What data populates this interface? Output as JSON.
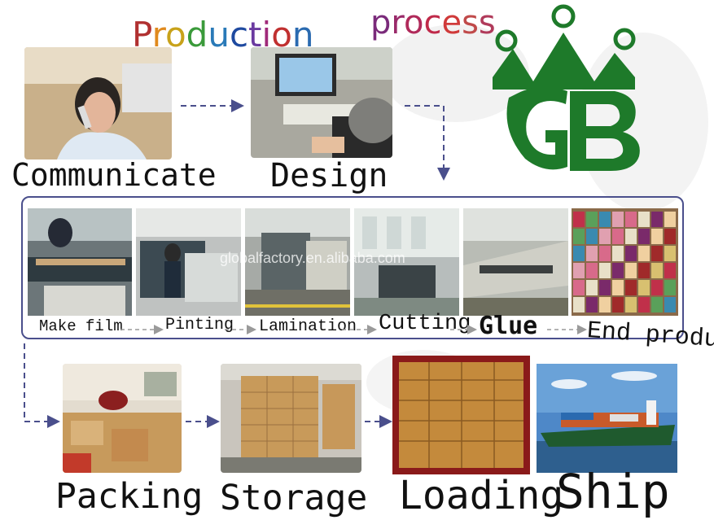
{
  "title": {
    "word1": "Production",
    "word2": "process",
    "word1_colors": [
      "#b03030",
      "#e08a1e",
      "#c8a21a",
      "#3a9a3a",
      "#2a7ab8",
      "#1f4aa0",
      "#6a3aa0",
      "#a02a7a",
      "#c03030",
      "#2a6ab0"
    ],
    "word2_colors": [
      "#7a2a7a",
      "#9a2a6a",
      "#b02a5a",
      "#c02a4a",
      "#d03a3a",
      "#c04a4a",
      "#b03a5a"
    ]
  },
  "logo": {
    "text": "GB",
    "color": "#1e7a2a"
  },
  "steps_top": [
    {
      "caption": "Communicate"
    },
    {
      "caption": "Design"
    }
  ],
  "steps_process": [
    {
      "caption": "Make film"
    },
    {
      "caption": "Pinting"
    },
    {
      "caption": "Lamination"
    },
    {
      "caption": "Cutting"
    },
    {
      "caption": "Glue"
    },
    {
      "caption": "End product"
    }
  ],
  "steps_bottom": [
    {
      "caption": "Packing"
    },
    {
      "caption": "Storage"
    },
    {
      "caption": "Loading"
    },
    {
      "caption": "Ship"
    }
  ],
  "watermark": "globalfactory.en.alibaba.com",
  "colors": {
    "arrow": "#4a4f8c",
    "frame": "#4a4f8c"
  }
}
